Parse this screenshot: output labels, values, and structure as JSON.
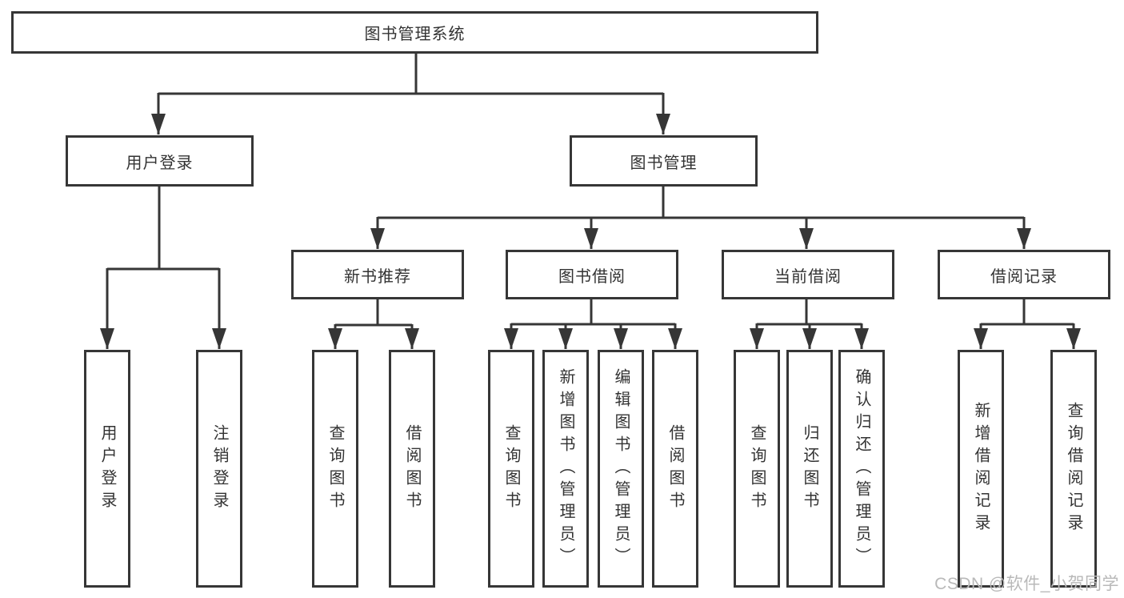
{
  "diagram": {
    "tree": {
      "label": "图书管理系统",
      "children": [
        {
          "label": "用户登录",
          "children": [
            {
              "label": "用户登录"
            },
            {
              "label": "注销登录"
            }
          ]
        },
        {
          "label": "图书管理",
          "children": [
            {
              "label": "新书推荐",
              "children": [
                {
                  "label": "查询图书"
                },
                {
                  "label": "借阅图书"
                }
              ]
            },
            {
              "label": "图书借阅",
              "children": [
                {
                  "label": "查询图书"
                },
                {
                  "label": "新增图书（管理员）"
                },
                {
                  "label": "编辑图书（管理员）"
                },
                {
                  "label": "借阅图书"
                }
              ]
            },
            {
              "label": "当前借阅",
              "children": [
                {
                  "label": "查询图书"
                },
                {
                  "label": "归还图书"
                },
                {
                  "label": "确认归还（管理员）"
                }
              ]
            },
            {
              "label": "借阅记录",
              "children": [
                {
                  "label": "新增借阅记录"
                },
                {
                  "label": "查询借阅记录"
                }
              ]
            }
          ]
        }
      ]
    },
    "colors": {
      "line": "#363636",
      "text": "#333333",
      "watermark": "#b9b9b9",
      "background": "#ffffff"
    }
  },
  "watermark": {
    "text": "CSDN @软件_小贺同学"
  }
}
